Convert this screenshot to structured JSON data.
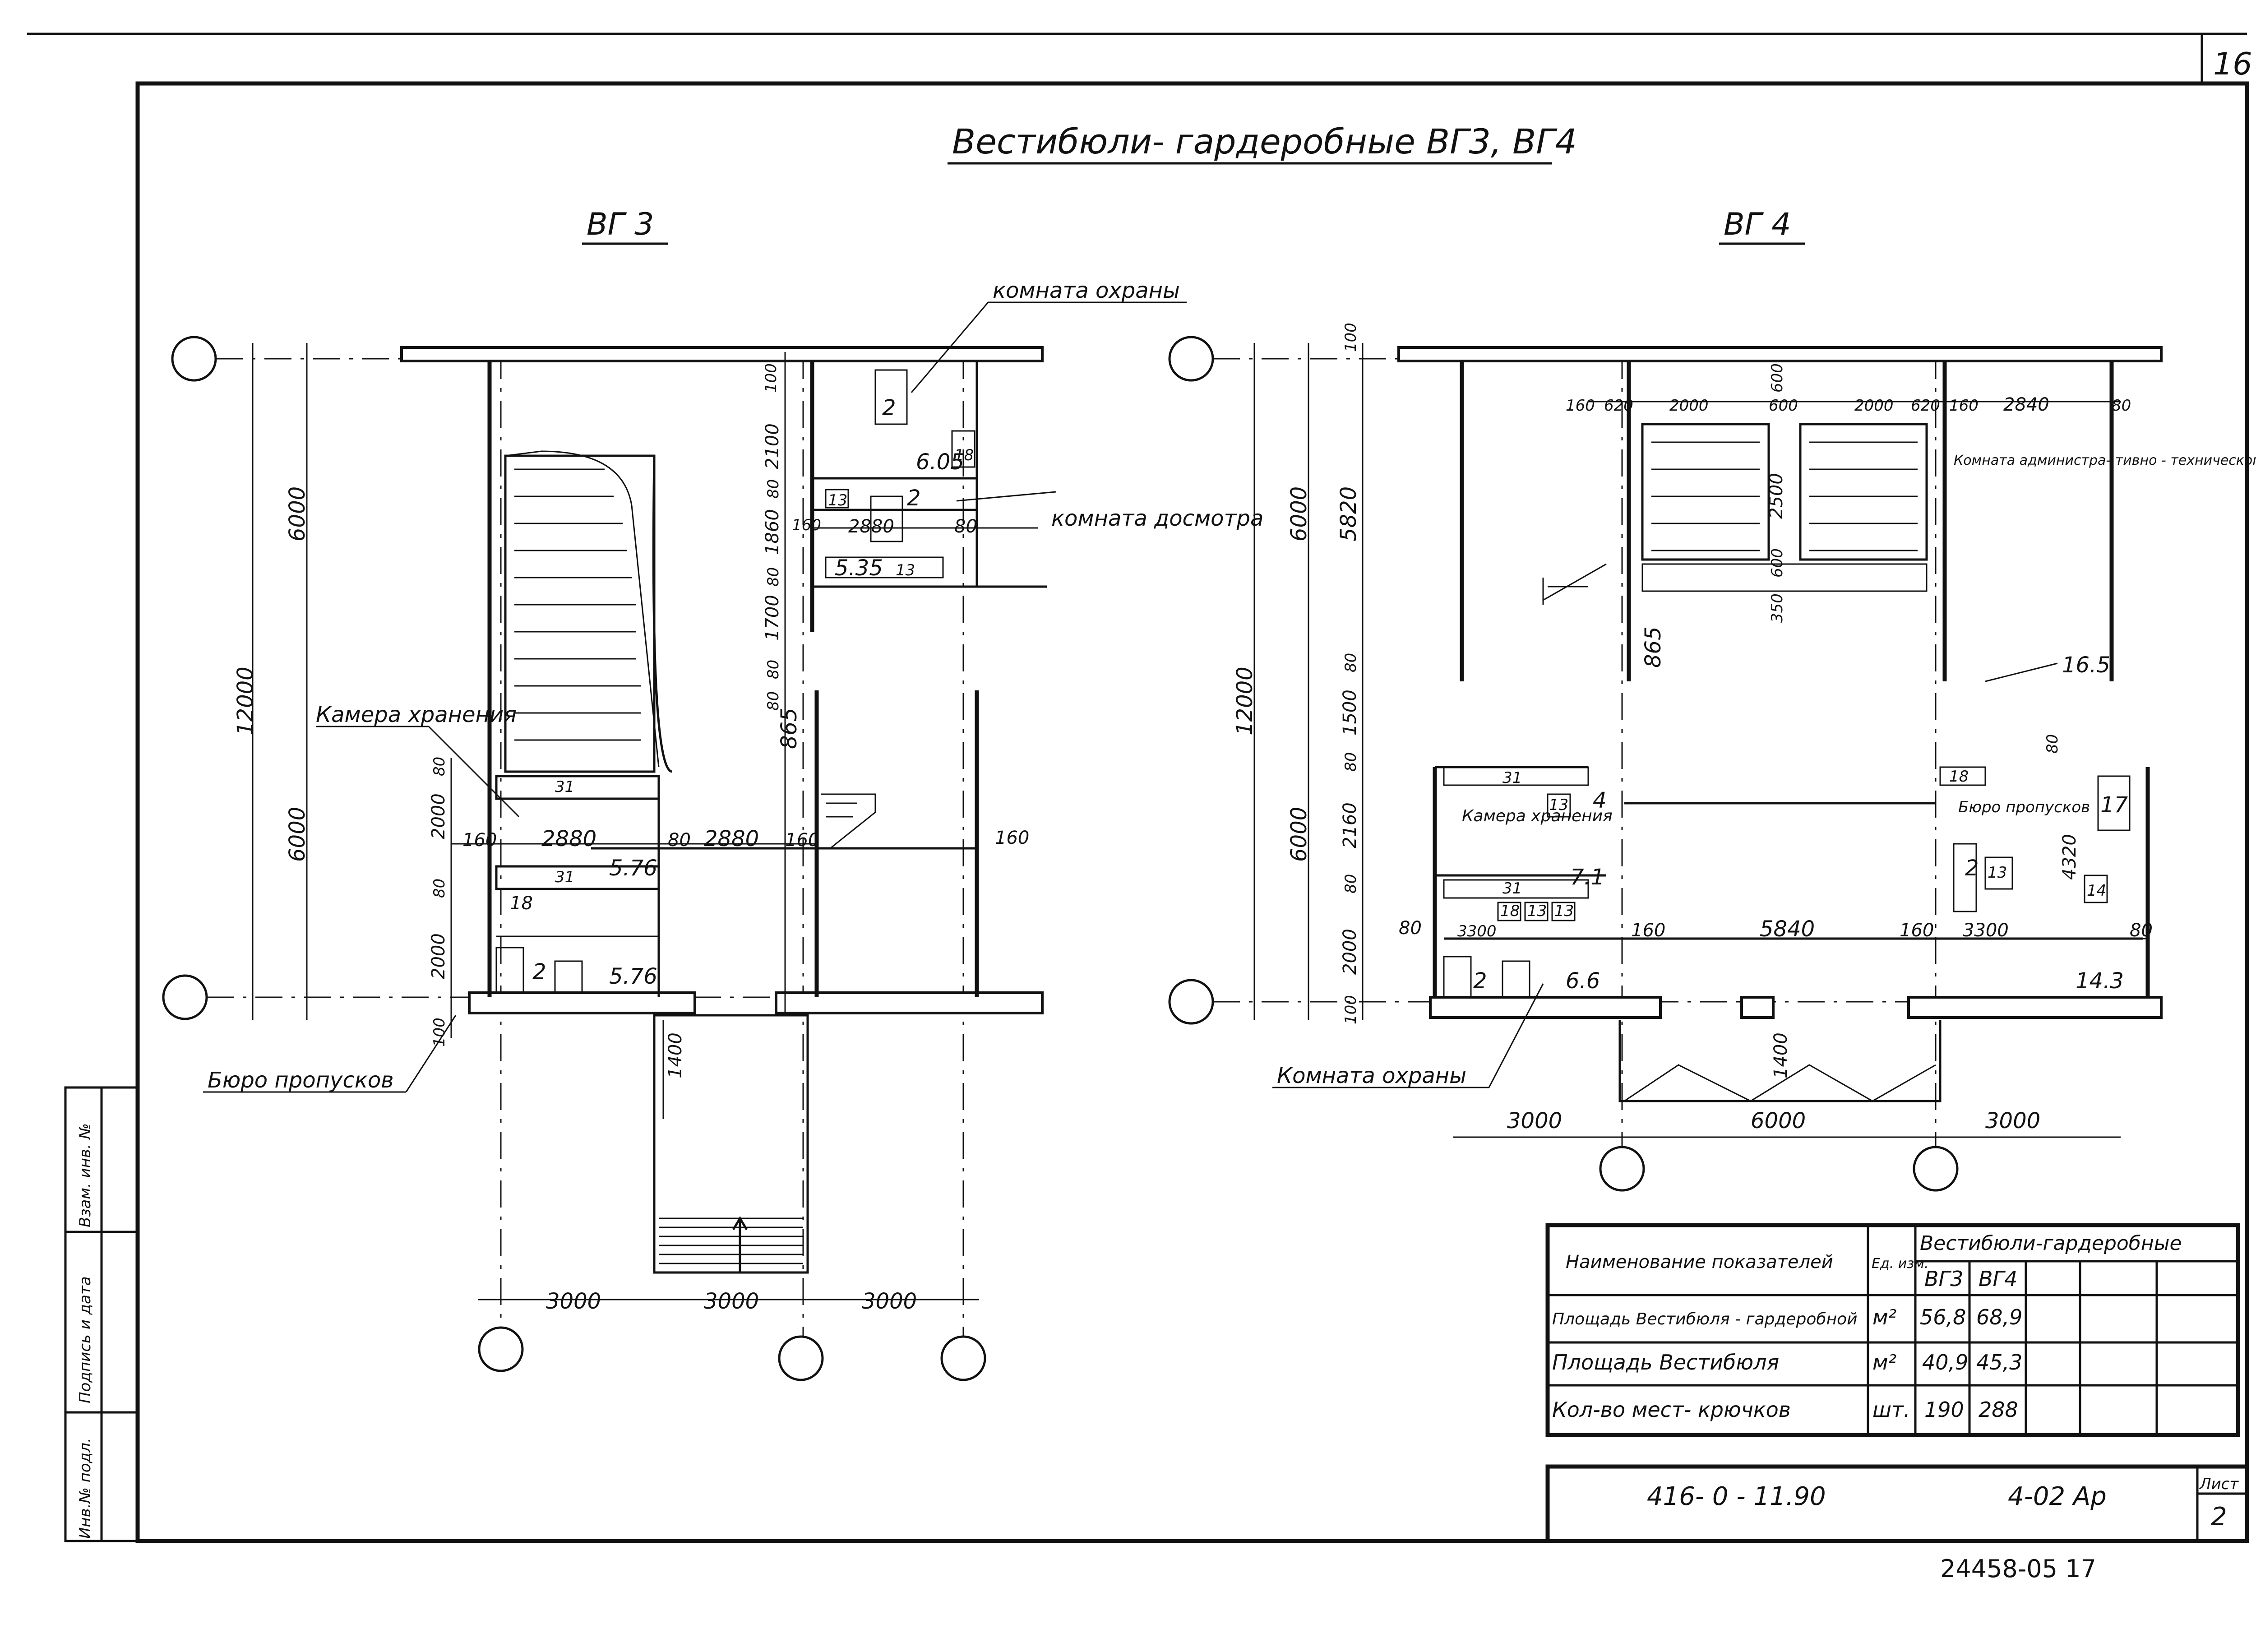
{
  "page_number": "16",
  "title": "Вестибюли- гардеробные  ВГ3, ВГ4",
  "plans": {
    "vg3": {
      "label": "ВГ 3",
      "dims": {
        "overall": "12000",
        "upper": "6000",
        "lower": "6000",
        "bottom": [
          "3000",
          "3000",
          "3000"
        ],
        "d100a": "100",
        "d2100": "2100",
        "d80a": "80",
        "d1860": "1860",
        "d80b": "80",
        "d1700": "1700",
        "d80c": "80",
        "d80d": "80",
        "d2000a": "2000",
        "d80e": "80",
        "d2000b": "2000",
        "d100b": "100",
        "d80f": "80",
        "d160a": "160",
        "d2880a": "2880",
        "d80g": "80",
        "d2880b": "2880",
        "d160b": "160",
        "d160c": "160",
        "d2880c": "2880",
        "d80h": "80",
        "d160d": "160",
        "d1400": "1400"
      },
      "labels": {
        "security_room": "комната охраны",
        "inspection_room": "комната досмотра",
        "storage": "Камера хранения",
        "pass_office": "Бюро пропусков",
        "a605": "6.05",
        "a535": "5.35",
        "a576a": "5.76",
        "a576b": "5.76",
        "b865": "865",
        "n2a": "2",
        "n2b": "2",
        "n2c": "2",
        "n13a": "13",
        "n13b": "13",
        "n18a": "18",
        "n18b": "18",
        "n31a": "31",
        "n31b": "31"
      }
    },
    "vg4": {
      "label": "ВГ 4",
      "dims": {
        "overall": "12000",
        "upper": "6000",
        "lower": "6000",
        "d100a": "100",
        "d5820": "5820",
        "d80a": "80",
        "d1500": "1500",
        "d80b": "80",
        "d2160": "2160",
        "d80c": "80",
        "d2000": "2000",
        "d100b": "100",
        "d160a": "160",
        "d620a": "620",
        "d2000a": "2000",
        "d600a": "600",
        "d2000b": "2000",
        "d620b": "620",
        "d160b": "160",
        "d2840": "2840",
        "d80d": "80",
        "d600b": "600",
        "d2500": "2500",
        "d600c": "600",
        "d350": "350",
        "d80e": "80",
        "d3300a": "3300",
        "d160c": "160",
        "d5840": "5840",
        "d160d": "160",
        "d3300b": "3300",
        "d80f": "80",
        "d4320": "4320",
        "d80g": "80",
        "d1400": "1400",
        "bottom": [
          "3000",
          "6000",
          "3000"
        ]
      },
      "labels": {
        "admin_room": "Комната администра- тивно - технического назначения",
        "storage": "Камера хранения",
        "pass_office": "Бюро пропусков",
        "security_room": "Комната охраны",
        "a165": "16.5",
        "a71": "7.1",
        "a66": "6.6",
        "a143": "14.3",
        "b865": "865",
        "n4": "4",
        "n2a": "2",
        "n2b": "2",
        "n13a": "13",
        "n13b": "13",
        "n13c": "13",
        "n13d": "13",
        "n14": "14",
        "n17": "17",
        "n18a": "18",
        "n18b": "18",
        "n31a": "31",
        "n31b": "31"
      }
    }
  },
  "table": {
    "head_name": "Наименование показателей",
    "head_unit": "Ед. изм.",
    "head_group": "Вестибюли-гардеробные",
    "col_vg3": "ВГ3",
    "col_vg4": "ВГ4",
    "rows": [
      {
        "name": "Площадь Вестибюля - гардеробной",
        "unit": "м²",
        "vg3": "56,8",
        "vg4": "68,9"
      },
      {
        "name": "Площадь Вестибюля",
        "unit": "м²",
        "vg3": "40,9",
        "vg4": "45,3"
      },
      {
        "name": "Кол-во мест- крючков",
        "unit": "шт.",
        "vg3": "190",
        "vg4": "288"
      }
    ]
  },
  "stamp": {
    "code": "416- 0 - 11.90",
    "sheet_code": "4-02 Ар",
    "sheet_label": "Лист",
    "sheet_number": "2"
  },
  "side_stamp": {
    "inv_podl": "Инв.№ подл.",
    "podpis": "Подпись и дата",
    "vzam": "Взам. инв. №"
  },
  "footer_code": "24458-05  17"
}
